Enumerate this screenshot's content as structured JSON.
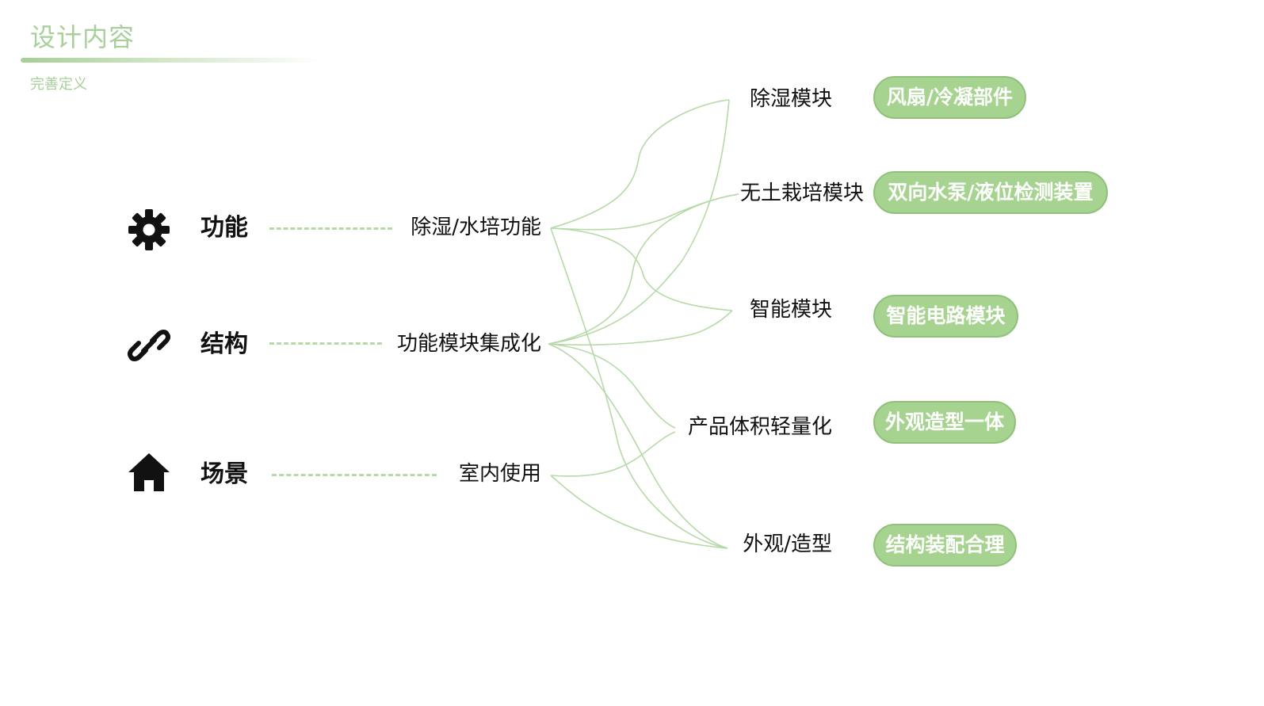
{
  "header": {
    "title": "设计内容",
    "subtitle": "完善定义"
  },
  "categories": [
    {
      "label": "功能",
      "icon": "gear-icon"
    },
    {
      "label": "结构",
      "icon": "link-icon"
    },
    {
      "label": "场景",
      "icon": "home-icon"
    }
  ],
  "middle": [
    {
      "label": "除湿/水培功能"
    },
    {
      "label": "功能模块集成化"
    },
    {
      "label": "室内使用"
    }
  ],
  "modules": [
    {
      "label": "除湿模块",
      "detail": "风扇/冷凝部件"
    },
    {
      "label": "无土栽培模块",
      "detail": "双向水泵/液位检测装置"
    },
    {
      "label": "智能模块",
      "detail": "智能电路模块"
    },
    {
      "label": "产品体积轻量化",
      "detail": "外观造型一体"
    },
    {
      "label": "外观/造型",
      "detail": "结构装配合理"
    }
  ],
  "colors": {
    "accent": "#a9cf9a",
    "line": "#b6d9a8",
    "pill": "#a6d38f",
    "text": "#111111"
  }
}
